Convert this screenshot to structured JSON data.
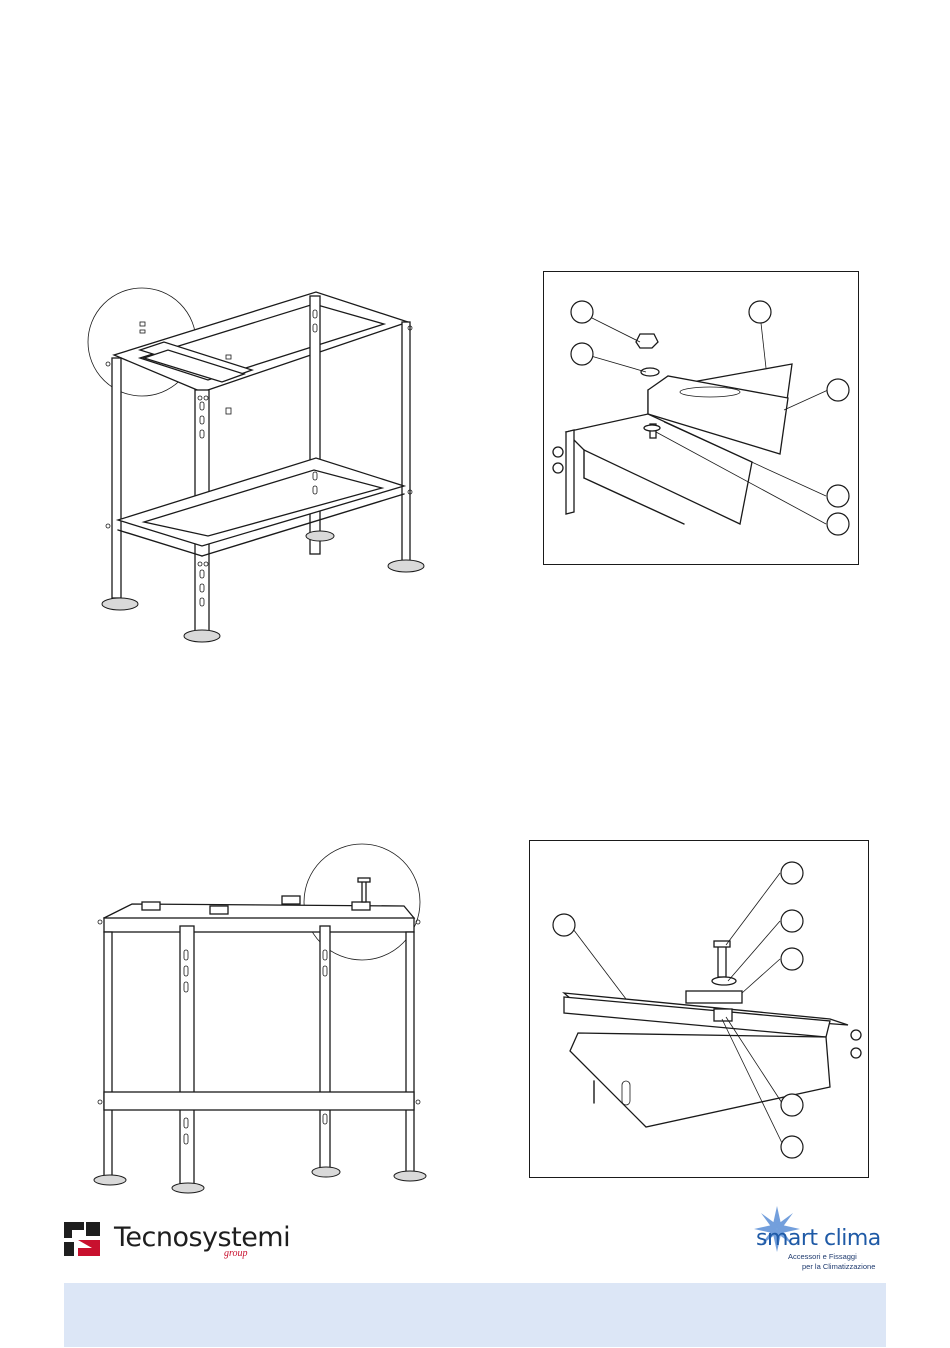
{
  "logos": {
    "left": {
      "name": "Tecnosystemi",
      "suffix": "group",
      "mark": "®",
      "colors": {
        "dark": "#1e1e1e",
        "accent": "#c8102e"
      }
    },
    "right": {
      "name": "smart clima",
      "mark": "®",
      "tagline_1": "Accessori e Fissaggi",
      "tagline_2": "per la Climatizzazione",
      "colors": {
        "brand": "#1f5aa6",
        "star": "#5b8fd6"
      }
    }
  },
  "footer": {
    "color": "#dce6f6"
  }
}
